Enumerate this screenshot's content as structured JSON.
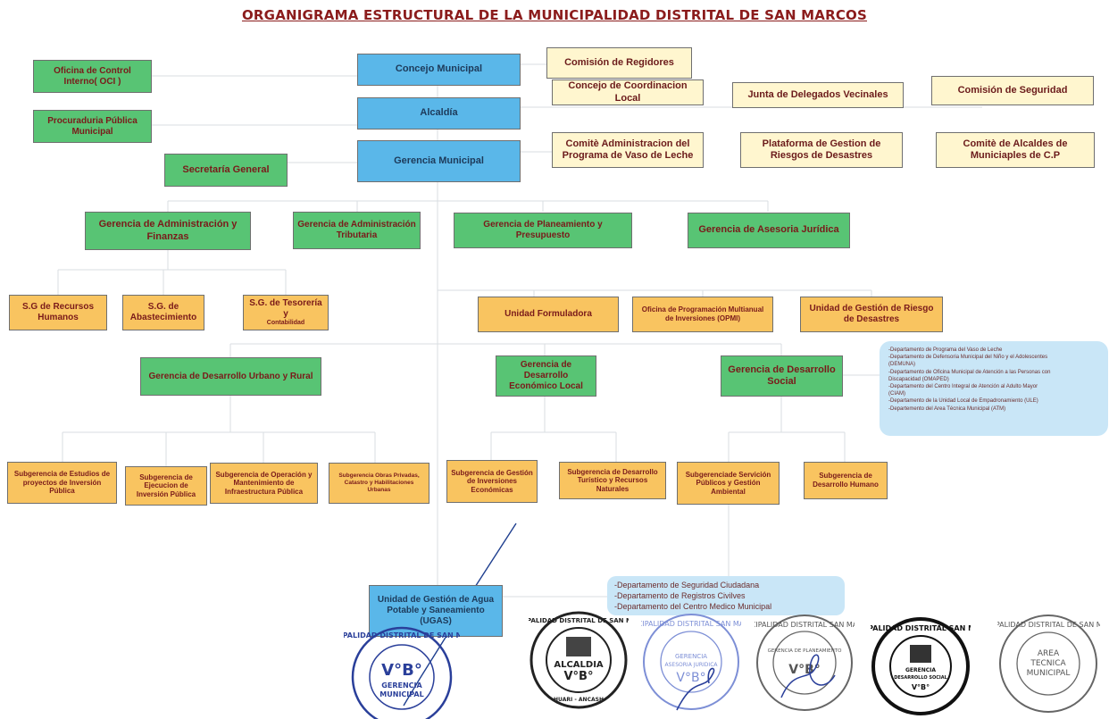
{
  "title": "ORGANIGRAMA ESTRUCTURAL DE LA MUNICIPALIDAD DISTRITAL DE SAN MARCOS",
  "top": {
    "concejo": "Concejo Municipal",
    "alcaldia": "Alcaldía",
    "gerencia_municipal": "Gerencia Municipal",
    "oci": "Oficina de Control Interno( OCI )",
    "procuraduria": "Procuraduria Pública Municipal",
    "secretaria": "Secretaría General"
  },
  "committees": {
    "regidores": "Comisión de Regidores",
    "coordinacion": "Concejo de Coordinacion Local",
    "delegados": "Junta de Delegados Vecinales",
    "seguridad": "Comisión de Seguridad",
    "vaso_leche": "Comitè Administracion del Programa de Vaso de Leche",
    "riesgos": "Plataforma de Gestion de Riesgos de Desastres",
    "alcaldes": "Comitè de Alcaldes de Municiaples de C.P"
  },
  "gerencias_row1": {
    "administracion": "Gerencia de Administración y Finanzas",
    "tributaria": "Gerencia de Administración Tributaria",
    "planeamiento": "Gerencia de Planeamiento y Presupuesto",
    "asesoria": "Gerencia de Asesoria Jurídica"
  },
  "sub_row1": {
    "rrhh": "S.G de Recursos Humanos",
    "abastecimiento": "S.G. de Abastecimiento",
    "tesoreria_main": "S.G. de Tesorería y",
    "tesoreria_small": "Contabilidad",
    "formuladora": "Unidad Formuladora",
    "opmi": "Oficina de Programación Multianual de Inversiones (OPMI)",
    "riesgo": "Unidad de Gestión de Riesgo de Desastres"
  },
  "gerencias_row2": {
    "urbano": "Gerencia de Desarrollo Urbano y Rural",
    "economico": "Gerencia de Desarrollo Económico Local",
    "social": "Gerencia de Desarrollo Social"
  },
  "social_departments": [
    "-Departamento de Programa del Vaso de Leche",
    "-Departamento de Defensoria  Municipal del Niño y el Adolescentes",
    "(DEMUNA)",
    "-Departamento de Oficina Municipal de Atención a las Personas con",
    "Discapacidad  (OMAPED)",
    "-Departamento del Centro Integral de Atención al Adulto Mayor",
    "(CIAM)",
    "-Departamento de la Unidad Local de Empadronamiento (ULE)",
    "-Departemento del Area Técnica Municipal (ATM)"
  ],
  "sub_row2": {
    "estudios": "Subgerencia de Estudios de proyectos de Inversión Pública",
    "ejecucion": "Subgerencia de Ejecucion de Inversión Pública",
    "operacion": "Subgerencia de Operación y Mantenimiento de Infraestructura Pública",
    "obras": "Subgerencia Obras Privadas, Catastro y Habilitaciones Urbanas",
    "inversiones": "Subgerencia de Gestión de Inversiones Económicas",
    "turistico": "Subgerencia de Desarrollo Turístico y Recursos Naturales",
    "servicios": "Subgerenciade Servición Públicos y Gestión Ambiental",
    "humano": "Subgerencia de Desarrollo Humano"
  },
  "ugas": "Unidad de Gestión de Agua Potable y Saneamiento (UGAS)",
  "security_departments": [
    "-Departamento de Seguridad Ciudadana",
    "-Departamento de Registros Civilves",
    "-Departamento del Centro Medico Municipal"
  ],
  "seals": {
    "gerencia": {
      "ring": "MUNICIPALIDAD DISTRITAL DE SAN MARCOS",
      "l1": "V°B°",
      "l2": "GERENCIA",
      "l3": "MUNICIPAL"
    },
    "alcaldia": {
      "ring": "MUNICIPALIDAD DISTRITAL DE SAN MARCOS",
      "l1": "ALCALDIA",
      "l2": "V°B°",
      "l3": "HUARI - ANCASH"
    },
    "asesoria": {
      "ring": "MUNICIPALIDAD DISTRITAL SAN MARCOS",
      "l1": "GERENCIA",
      "l2": "ASESORIA JURIDICA",
      "l3": "V°B°"
    },
    "planeamiento": {
      "ring": "MUNICIPALIDAD DISTRITAL SAN MARCOS",
      "l1": "GERENCIA DE PLANEAMIENTO",
      "l2": "V°B°",
      "l3": ""
    },
    "social": {
      "ring": "MUNICIPALIDAD DISTRITAL SAN MARCOS",
      "l1": "GERENCIA",
      "l2": "DESARROLLO SOCIAL",
      "l3": "V°B°"
    },
    "atm": {
      "ring": "MUNICIPALIDAD DISTRITAL DE SAN MARCOS",
      "l1": "AREA",
      "l2": "TECNICA",
      "l3": "MUNICIPAL"
    }
  },
  "colors": {
    "blue": "#5ab7e9",
    "green": "#58c474",
    "orange": "#f9c460",
    "cream": "#fff6cf",
    "note": "#c9e6f7",
    "title": "#8b1c1c",
    "seal_blue": "#2a3f9a"
  }
}
